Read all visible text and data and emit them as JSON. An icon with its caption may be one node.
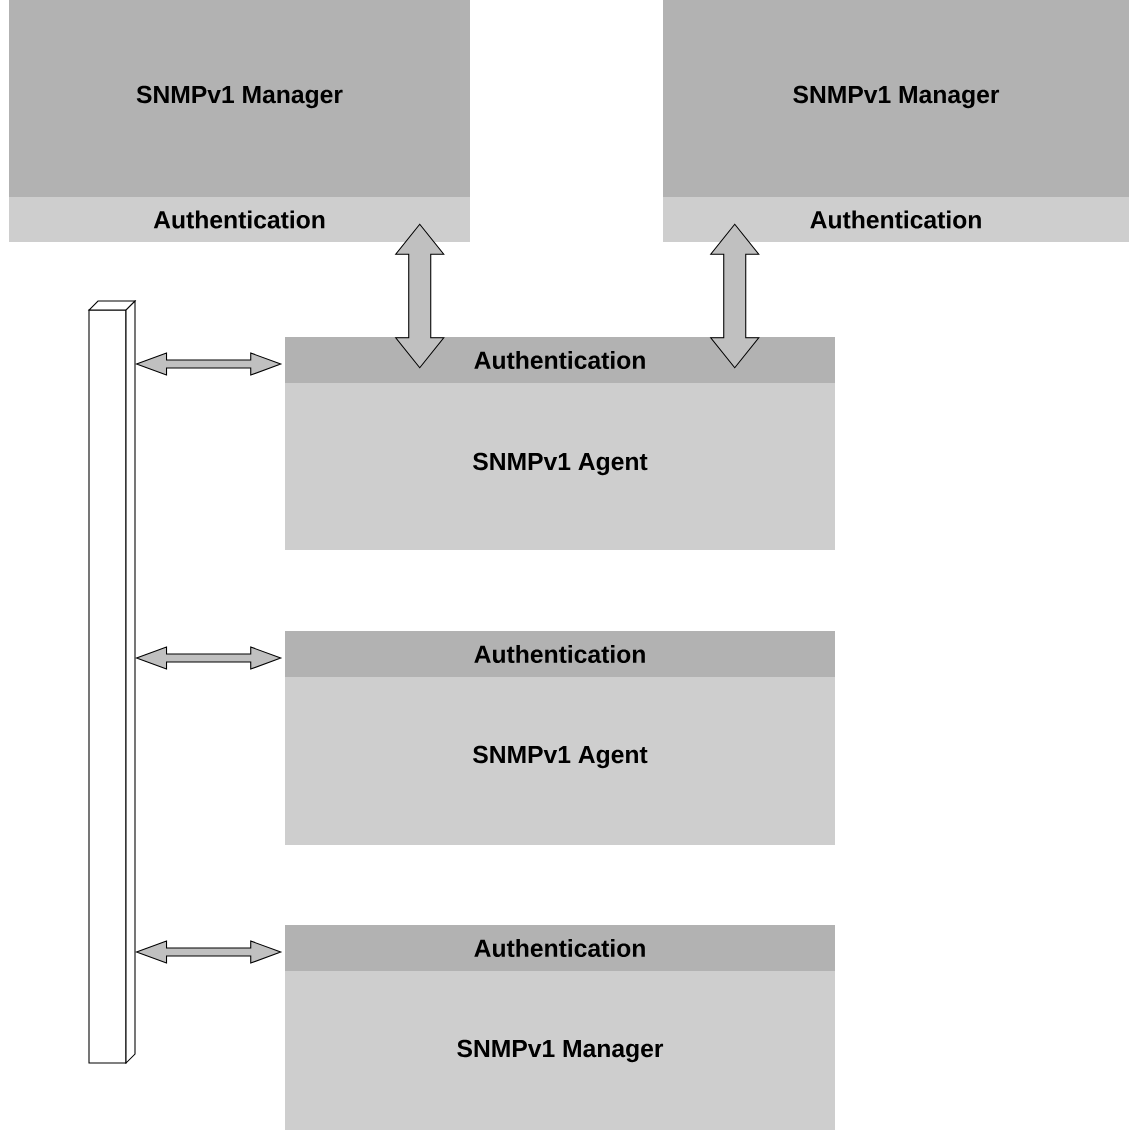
{
  "diagram": {
    "nodes": [
      {
        "text": [
          "SNMPv1 Manager"
        ]
      },
      {
        "text": [
          "Authentication"
        ],
        "in": 0
      },
      {
        "text": [
          "SNMPv1 Manager"
        ]
      },
      {
        "text": [
          "Authentication"
        ],
        "in": 2
      },
      {
        "text": [],
        "shape": "bar"
      },
      {
        "text": [
          "SNMPv1 Agent"
        ]
      },
      {
        "text": [
          "Authentication"
        ],
        "in": 5
      },
      {
        "text": [
          "SNMPv1 Agent"
        ]
      },
      {
        "text": [
          "Authentication"
        ],
        "in": 7
      },
      {
        "text": [
          "SNMPv1 Manager"
        ]
      },
      {
        "text": [
          "Authentication"
        ],
        "in": 9
      }
    ],
    "edges": [
      {
        "from": 1,
        "to": 6,
        "arrow": "both"
      },
      {
        "from": 3,
        "to": 6,
        "arrow": "both"
      },
      {
        "from": 4,
        "to": 6,
        "arrow": "both"
      },
      {
        "from": 4,
        "to": 8,
        "arrow": "both"
      },
      {
        "from": 4,
        "to": 10,
        "arrow": "both"
      }
    ]
  }
}
